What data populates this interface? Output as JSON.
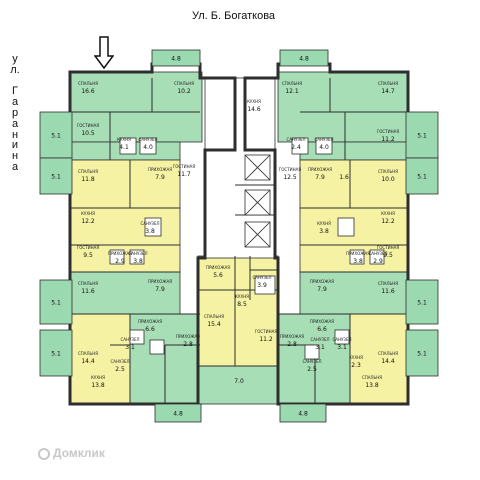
{
  "streets": {
    "top": "Ул. Б. Богаткова",
    "left_letters": [
      "у",
      "л.",
      "",
      "Г",
      "а",
      "р",
      "а",
      "н",
      "и",
      "н",
      "а"
    ]
  },
  "watermark": "Домклик",
  "colors": {
    "green": "#a7deb6",
    "yellow": "#f6f2a4",
    "wall": "#2e2e2e",
    "balcony": "#9bd9b1"
  },
  "rooms": [
    {
      "type": "СПАЛЬНЯ",
      "area": "16.6"
    },
    {
      "type": "СПАЛЬНЯ",
      "area": "10.2"
    },
    {
      "type": "ГОСТИНАЯ",
      "area": "10.5"
    },
    {
      "type": "КУХНЯ",
      "area": "4.1"
    },
    {
      "type": "САНУЗЕЛ",
      "area": "4.0"
    },
    {
      "type": "СПАЛЬНЯ",
      "area": "11.8"
    },
    {
      "type": "ПРИХОЖАЯ",
      "area": "7.9"
    },
    {
      "type": "ГОСТИНАЯ",
      "area": "11.7"
    },
    {
      "type": "КУХНЯ",
      "area": "12.2"
    },
    {
      "type": "САНУЗЕЛ",
      "area": "3.8"
    },
    {
      "type": "ГОСТИНАЯ",
      "area": "9.5"
    },
    {
      "type": "ПРИХОЖАЯ",
      "area": "2.9"
    },
    {
      "type": "САНУЗЕЛ",
      "area": "3.8"
    },
    {
      "type": "СПАЛЬНЯ",
      "area": "11.6"
    },
    {
      "type": "ПРИХОЖАЯ",
      "area": "7.9"
    },
    {
      "type": "СПАЛЬНЯ",
      "area": "14.4"
    },
    {
      "type": "ПРИХОЖАЯ",
      "area": "6.6"
    },
    {
      "type": "САНУЗЕЛ",
      "area": "3.1"
    },
    {
      "type": "ПРИХОЖАЯ",
      "area": "2.8"
    },
    {
      "type": "КУХНЯ",
      "area": "13.8"
    },
    {
      "type": "САНУЗЕЛ",
      "area": "2.5"
    },
    {
      "type": "КУХНЯ",
      "area": "14.6"
    },
    {
      "type": "ПРИХОЖАЯ",
      "area": "5.6"
    },
    {
      "type": "САНУЗЕЛ",
      "area": "3.9"
    },
    {
      "type": "КУХНЯ",
      "area": "8.5"
    },
    {
      "type": "СПАЛЬНЯ",
      "area": "15.4"
    },
    {
      "type": "ГОСТИНАЯ",
      "area": "11.2"
    },
    {
      "type": "",
      "area": "7.0"
    },
    {
      "type": "СПАЛЬНЯ",
      "area": "12.1"
    },
    {
      "type": "СПАЛЬНЯ",
      "area": "14.7"
    },
    {
      "type": "САНУЗЕЛ",
      "area": "2.4"
    },
    {
      "type": "САНУЗЕЛ",
      "area": "4.0"
    },
    {
      "type": "ГОСТИНАЯ",
      "area": "11.2"
    },
    {
      "type": "ГОСТИНАЯ",
      "area": "12.5"
    },
    {
      "type": "ПРИХОЖАЯ",
      "area": "7.9"
    },
    {
      "type": "",
      "area": "1.6"
    },
    {
      "type": "СПАЛЬНЯ",
      "area": "10.0"
    },
    {
      "type": "КУХНЯ",
      "area": "3.8"
    },
    {
      "type": "КУХНЯ",
      "area": "12.2"
    },
    {
      "type": "ПРИХОЖАЯ",
      "area": "3.8"
    },
    {
      "type": "САНУЗЕЛ",
      "area": "2.9"
    },
    {
      "type": "ГОСТИНАЯ",
      "area": "9.5"
    },
    {
      "type": "ПРИХОЖАЯ",
      "area": "7.9"
    },
    {
      "type": "СПАЛЬНЯ",
      "area": "11.6"
    },
    {
      "type": "ПРИХОЖАЯ",
      "area": "6.6"
    },
    {
      "type": "ПРИХОЖАЯ",
      "area": "2.8"
    },
    {
      "type": "САНУЗЕЛ",
      "area": "3.1"
    },
    {
      "type": "САНУЗЕЛ",
      "area": "3.1"
    },
    {
      "type": "КУХНЯ",
      "area": "2.3"
    },
    {
      "type": "САНУЗЕЛ",
      "area": "2.5"
    },
    {
      "type": "СПАЛЬНЯ",
      "area": "14.4"
    },
    {
      "type": "СПАЛЬНЯ",
      "area": "13.8"
    }
  ],
  "balconies": [
    "4.8",
    "4.8",
    "5.1",
    "5.1",
    "5.1",
    "5.1",
    "5.1",
    "5.1",
    "5.1",
    "5.1",
    "4.8",
    "4.8"
  ]
}
